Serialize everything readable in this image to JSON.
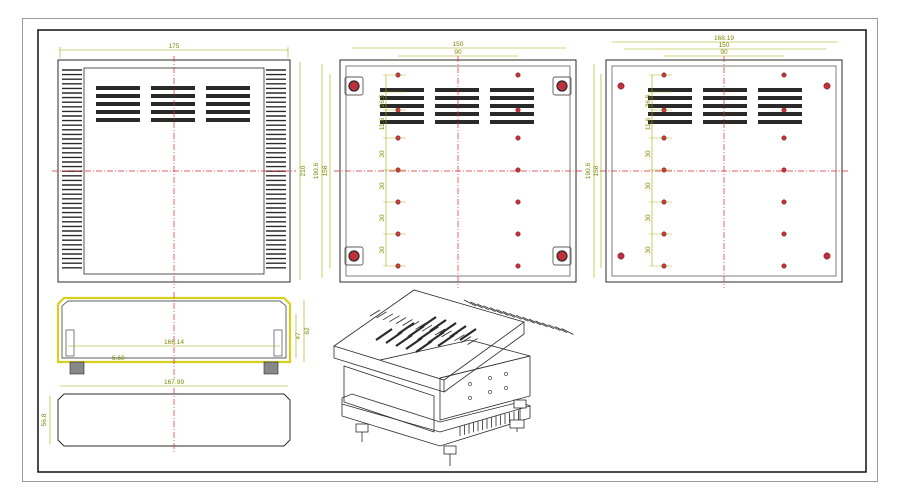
{
  "colors": {
    "outline": "#2a2a2a",
    "dimension": "#9aaa00",
    "centerline": "#e0242c",
    "hole": "#c0303a",
    "yellow_profile": "#d8d020",
    "background": "#ffffff"
  },
  "front_view": {
    "width_dim": "175",
    "height_dim": "210"
  },
  "top_view": {
    "outer_width_dim": "150",
    "inner_width_dim": "90",
    "height_dim_a": "190.6",
    "height_dim_b": "158",
    "left_dims": [
      "26.5",
      "11.6",
      "30",
      "30",
      "30",
      "30"
    ]
  },
  "bottom_view": {
    "outer_width_dim": "168.19",
    "mid_width_dim": "150",
    "inner_width_dim": "90",
    "height_dim_a": "190.6",
    "height_dim_b": "158",
    "left_dims": [
      "26.5",
      "11.6",
      "30",
      "30",
      "30",
      "30"
    ]
  },
  "side_view": {
    "inner_width_dim": "166.14",
    "height_dims": [
      "47",
      "62"
    ],
    "small_dim": "5.60"
  },
  "base_view": {
    "width_dim": "167.99",
    "height_dim": "56.8"
  }
}
